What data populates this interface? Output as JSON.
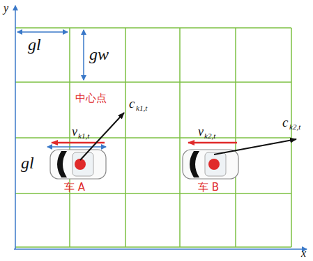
{
  "diagram": {
    "labels": [
      "y",
      "x",
      "gl",
      "gw",
      "中心点",
      "c",
      "k1,t",
      "v",
      "k1,t",
      "gl",
      "车 A",
      "v",
      "k2,t",
      "c",
      "k2,t",
      "车 B"
    ]
  }
}
